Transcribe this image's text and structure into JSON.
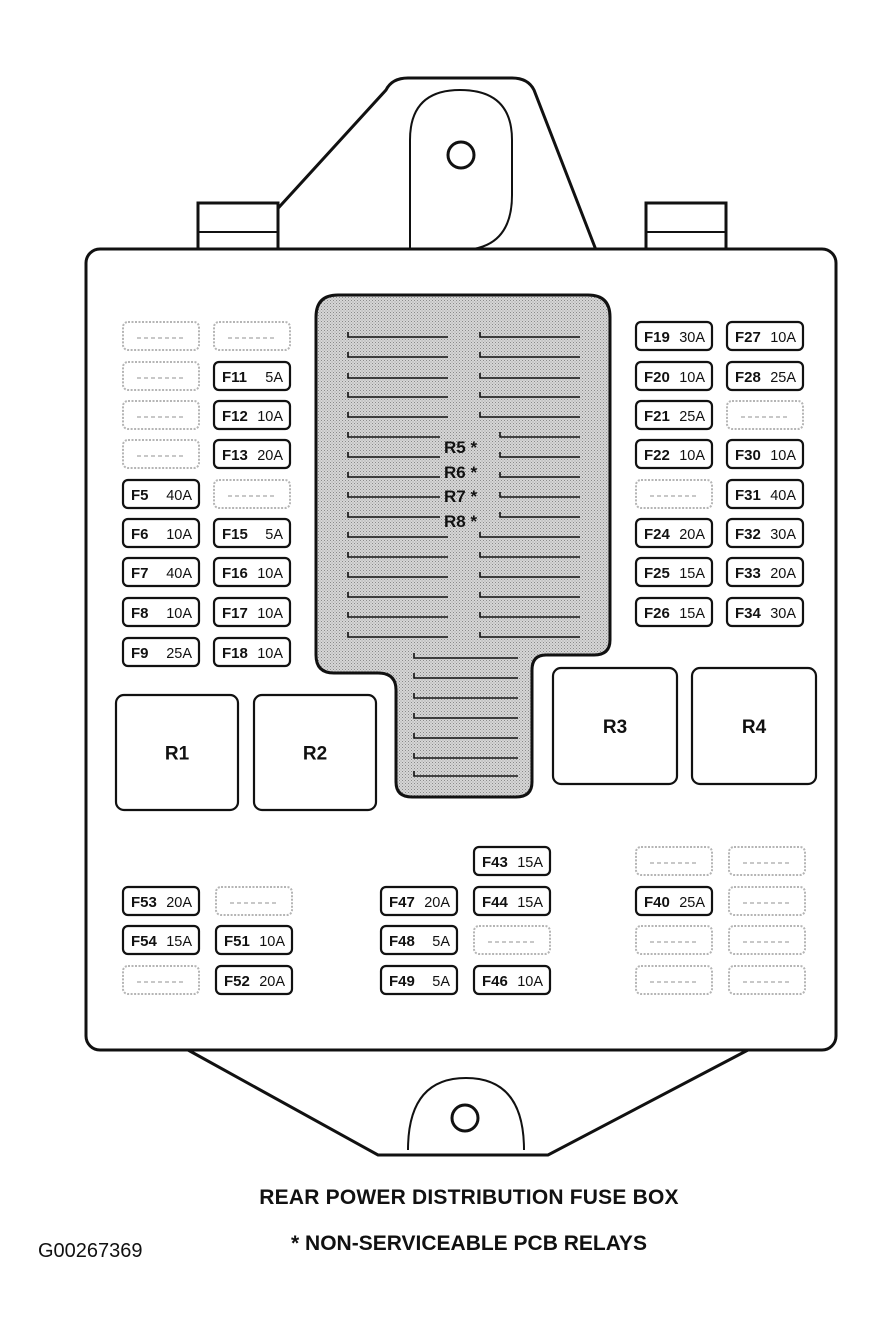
{
  "diagram": {
    "title": "REAR POWER DISTRIBUTION FUSE BOX",
    "footnote": "* NON-SERVICEABLE PCB RELAYS",
    "image_id": "G00267369",
    "left_fuses": [
      {
        "id": "empty-l1",
        "label": "",
        "rating": "",
        "empty": true
      },
      {
        "id": "empty-l2",
        "label": "",
        "rating": "",
        "empty": true
      },
      {
        "id": "empty-l3",
        "label": "",
        "rating": "",
        "empty": true
      },
      {
        "id": "empty-l4",
        "label": "",
        "rating": "",
        "empty": true
      },
      {
        "id": "f5",
        "label": "F5",
        "rating": "40A",
        "empty": false
      },
      {
        "id": "f6",
        "label": "F6",
        "rating": "10A",
        "empty": false
      },
      {
        "id": "f7",
        "label": "F7",
        "rating": "40A",
        "empty": false
      },
      {
        "id": "f8",
        "label": "F8",
        "rating": "10A",
        "empty": false
      },
      {
        "id": "f9",
        "label": "F9",
        "rating": "25A",
        "empty": false
      },
      {
        "id": "empty-l10",
        "label": "",
        "rating": "",
        "empty": true
      },
      {
        "id": "f11",
        "label": "F11",
        "rating": "5A",
        "empty": false
      },
      {
        "id": "f12",
        "label": "F12",
        "rating": "10A",
        "empty": false
      },
      {
        "id": "f13",
        "label": "F13",
        "rating": "20A",
        "empty": false
      },
      {
        "id": "empty-l14",
        "label": "",
        "rating": "",
        "empty": true
      },
      {
        "id": "f15",
        "label": "F15",
        "rating": "5A",
        "empty": false
      },
      {
        "id": "f16",
        "label": "F16",
        "rating": "10A",
        "empty": false
      },
      {
        "id": "f17",
        "label": "F17",
        "rating": "10A",
        "empty": false
      },
      {
        "id": "f18",
        "label": "F18",
        "rating": "10A",
        "empty": false
      }
    ],
    "right_fuses": [
      {
        "id": "f19",
        "label": "F19",
        "rating": "30A",
        "empty": false
      },
      {
        "id": "f20",
        "label": "F20",
        "rating": "10A",
        "empty": false
      },
      {
        "id": "f21",
        "label": "F21",
        "rating": "25A",
        "empty": false
      },
      {
        "id": "f22",
        "label": "F22",
        "rating": "10A",
        "empty": false
      },
      {
        "id": "empty-r5",
        "label": "",
        "rating": "",
        "empty": true
      },
      {
        "id": "f24",
        "label": "F24",
        "rating": "20A",
        "empty": false
      },
      {
        "id": "f25",
        "label": "F25",
        "rating": "15A",
        "empty": false
      },
      {
        "id": "f26",
        "label": "F26",
        "rating": "15A",
        "empty": false
      },
      {
        "id": "f27",
        "label": "F27",
        "rating": "10A",
        "empty": false
      },
      {
        "id": "f28",
        "label": "F28",
        "rating": "25A",
        "empty": false
      },
      {
        "id": "empty-r11",
        "label": "",
        "rating": "",
        "empty": true
      },
      {
        "id": "f30",
        "label": "F30",
        "rating": "10A",
        "empty": false
      },
      {
        "id": "f31",
        "label": "F31",
        "rating": "40A",
        "empty": false
      },
      {
        "id": "f32",
        "label": "F32",
        "rating": "30A",
        "empty": false
      },
      {
        "id": "f33",
        "label": "F33",
        "rating": "20A",
        "empty": false
      },
      {
        "id": "f34",
        "label": "F34",
        "rating": "30A",
        "empty": false
      }
    ],
    "bottom_fuses": [
      {
        "id": "f53",
        "label": "F53",
        "rating": "20A",
        "empty": false
      },
      {
        "id": "f54",
        "label": "F54",
        "rating": "15A",
        "empty": false
      },
      {
        "id": "empty-b3",
        "label": "",
        "rating": "",
        "empty": true
      },
      {
        "id": "empty-b4",
        "label": "",
        "rating": "",
        "empty": true
      },
      {
        "id": "f51",
        "label": "F51",
        "rating": "10A",
        "empty": false
      },
      {
        "id": "f52",
        "label": "F52",
        "rating": "20A",
        "empty": false
      },
      {
        "id": "f47",
        "label": "F47",
        "rating": "20A",
        "empty": false
      },
      {
        "id": "f48",
        "label": "F48",
        "rating": "5A",
        "empty": false
      },
      {
        "id": "f49",
        "label": "F49",
        "rating": "5A",
        "empty": false
      },
      {
        "id": "f43",
        "label": "F43",
        "rating": "15A",
        "empty": false
      },
      {
        "id": "f44",
        "label": "F44",
        "rating": "15A",
        "empty": false
      },
      {
        "id": "empty-b12",
        "label": "",
        "rating": "",
        "empty": true
      },
      {
        "id": "f46",
        "label": "F46",
        "rating": "10A",
        "empty": false
      },
      {
        "id": "empty-b14",
        "label": "",
        "rating": "",
        "empty": true
      },
      {
        "id": "f40",
        "label": "F40",
        "rating": "25A",
        "empty": false
      },
      {
        "id": "empty-b16",
        "label": "",
        "rating": "",
        "empty": true
      },
      {
        "id": "empty-b17",
        "label": "",
        "rating": "",
        "empty": true
      },
      {
        "id": "empty-b18",
        "label": "",
        "rating": "",
        "empty": true
      },
      {
        "id": "empty-b19",
        "label": "",
        "rating": "",
        "empty": true
      },
      {
        "id": "empty-b20",
        "label": "",
        "rating": "",
        "empty": true
      },
      {
        "id": "empty-b21",
        "label": "",
        "rating": "",
        "empty": true
      }
    ],
    "relays": [
      {
        "id": "r1",
        "label": "R1"
      },
      {
        "id": "r2",
        "label": "R2"
      },
      {
        "id": "r3",
        "label": "R3"
      },
      {
        "id": "r4",
        "label": "R4"
      }
    ],
    "pcb_relays": [
      "R5 *",
      "R6 *",
      "R7 *",
      "R8 *"
    ],
    "colors": {
      "outline": "#111111",
      "empty_outline": "#b5b5b5",
      "pcb_fill": "#c9c9c9"
    }
  }
}
